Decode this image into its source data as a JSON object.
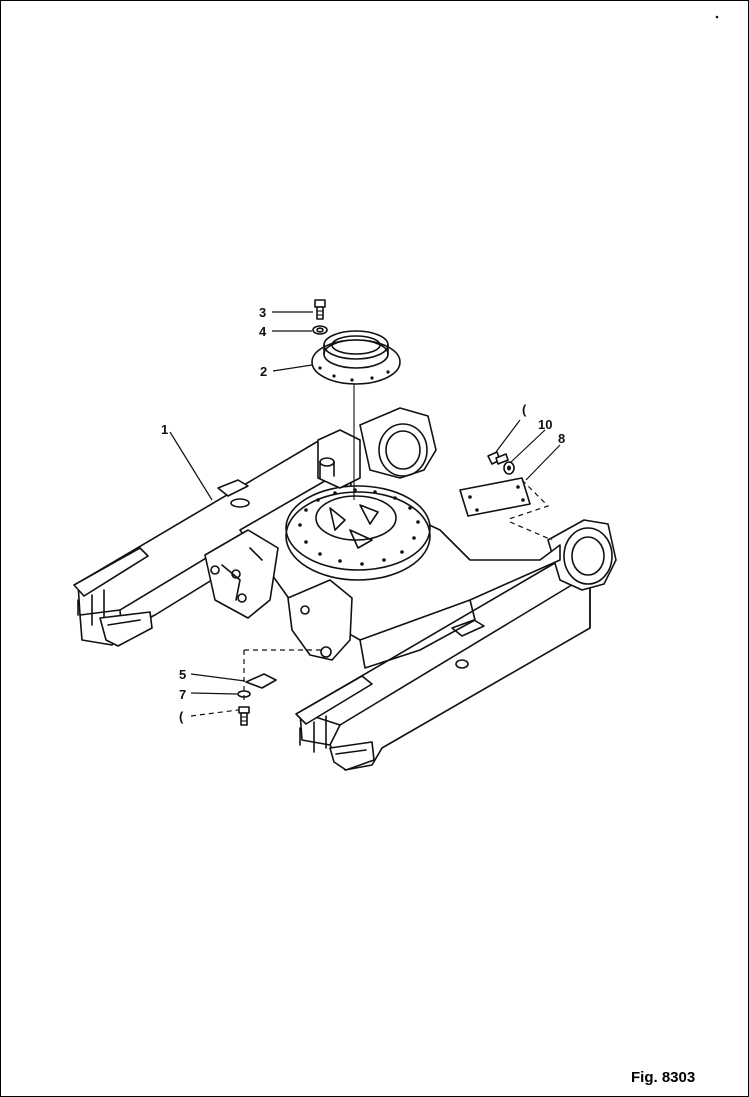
{
  "figure": {
    "caption": "Fig. 8303"
  },
  "callouts": [
    {
      "id": "1",
      "text": "1"
    },
    {
      "id": "2",
      "text": "2"
    },
    {
      "id": "3",
      "text": "3"
    },
    {
      "id": "4",
      "text": "4"
    },
    {
      "id": "5",
      "text": "5"
    },
    {
      "id": "6",
      "text": "("
    },
    {
      "id": "7",
      "text": "7"
    },
    {
      "id": "8",
      "text": "8"
    },
    {
      "id": "9",
      "text": "("
    },
    {
      "id": "10",
      "text": "10"
    }
  ],
  "colors": {
    "line": "#111111",
    "background": "#ffffff"
  }
}
